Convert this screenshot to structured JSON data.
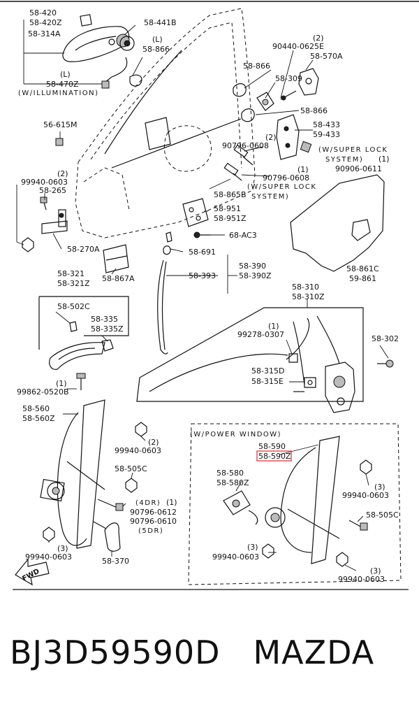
{
  "labels": {
    "l1": "58-420",
    "l2": "58-420Z",
    "l3": "58-314A",
    "l4": "(L)",
    "l5": "58-470Z",
    "l6": "(W/ILLUMINATION)",
    "l7": "58-441B",
    "l8": "(L)",
    "l9": "58-866",
    "l10": "(2)",
    "l11": "90440-0625E",
    "l12": "58-570A",
    "l13": "58-866",
    "l14": "58-309",
    "l15": "58-866",
    "l16": "58-433",
    "l17": "59-433",
    "l18": "(2)",
    "l19": "90796-0608",
    "l20": "(W/SUPER LOCK",
    "l21": "SYSTEM)",
    "l22": "(1)",
    "l23": "90906-0611",
    "l24": "56-615M",
    "l25": "(2)",
    "l26": "99940-0603",
    "l27": "58-265",
    "l28": "(1)",
    "l29": "90796-0608",
    "l30": "(W/SUPER LOCK",
    "l31": "SYSTEM)",
    "l32": "58-865B",
    "l33": "58-951",
    "l34": "58-951Z",
    "l35": "68-AC3",
    "l36": "58-270A",
    "l37": "58-867A",
    "l38": "58-691",
    "l39": "58-390",
    "l40": "58-390Z",
    "l41": "58-393",
    "l42": "58-861C",
    "l43": "59-861",
    "l44": "58-321",
    "l45": "58-321Z",
    "l46": "58-310",
    "l47": "58-310Z",
    "l48": "58-502C",
    "l49": "58-335",
    "l50": "58-335Z",
    "l51": "(1)",
    "l52": "99278-0307",
    "l53": "58-302",
    "l54": "58-315D",
    "l55": "58-315E",
    "l56": "(1)",
    "l57": "99862-0520B",
    "l58": "58-560",
    "l59": "58-560Z",
    "l60": "(2)",
    "l61": "99940-0603",
    "l62": "58-505C",
    "l63": "(4DR)",
    "l64": "(1)",
    "l65": "90796-0612",
    "l66": "90796-0610",
    "l67": "(5DR)",
    "l68": "(3)",
    "l69": "99940-0603",
    "l70": "58-370",
    "l71": "FWD",
    "l72": "(W/POWER WINDOW)",
    "l73": "58-590",
    "l74": "58-590Z",
    "l75": "58-580",
    "l76": "58-580Z",
    "l77": "(3)",
    "l78": "99940-0603",
    "l79": "58-505C",
    "l80": "(3)",
    "l81": "99940-0603",
    "l82": "(3)",
    "l83": "99940-0603"
  },
  "footer": {
    "part_number": "BJ3D59590D",
    "brand": "MAZDA"
  },
  "colors": {
    "line": "#111111",
    "highlight": "#e03a3a",
    "background": "#ffffff"
  }
}
